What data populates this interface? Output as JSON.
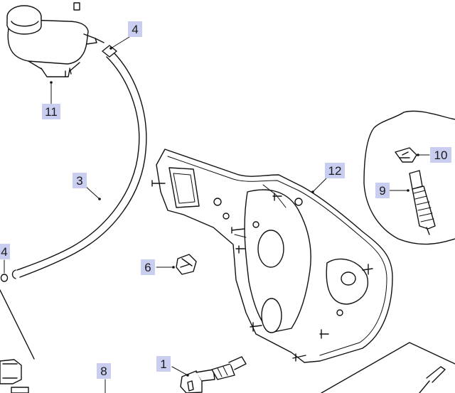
{
  "diagram": {
    "callouts": [
      {
        "id": "c11",
        "label": "11"
      },
      {
        "id": "c4a",
        "label": "4"
      },
      {
        "id": "c3",
        "label": "3"
      },
      {
        "id": "c4b",
        "label": "4"
      },
      {
        "id": "c12",
        "label": "12"
      },
      {
        "id": "c10",
        "label": "10"
      },
      {
        "id": "c9",
        "label": "9"
      },
      {
        "id": "c6",
        "label": "6"
      },
      {
        "id": "c1",
        "label": "1"
      },
      {
        "id": "c8",
        "label": "8"
      }
    ]
  }
}
